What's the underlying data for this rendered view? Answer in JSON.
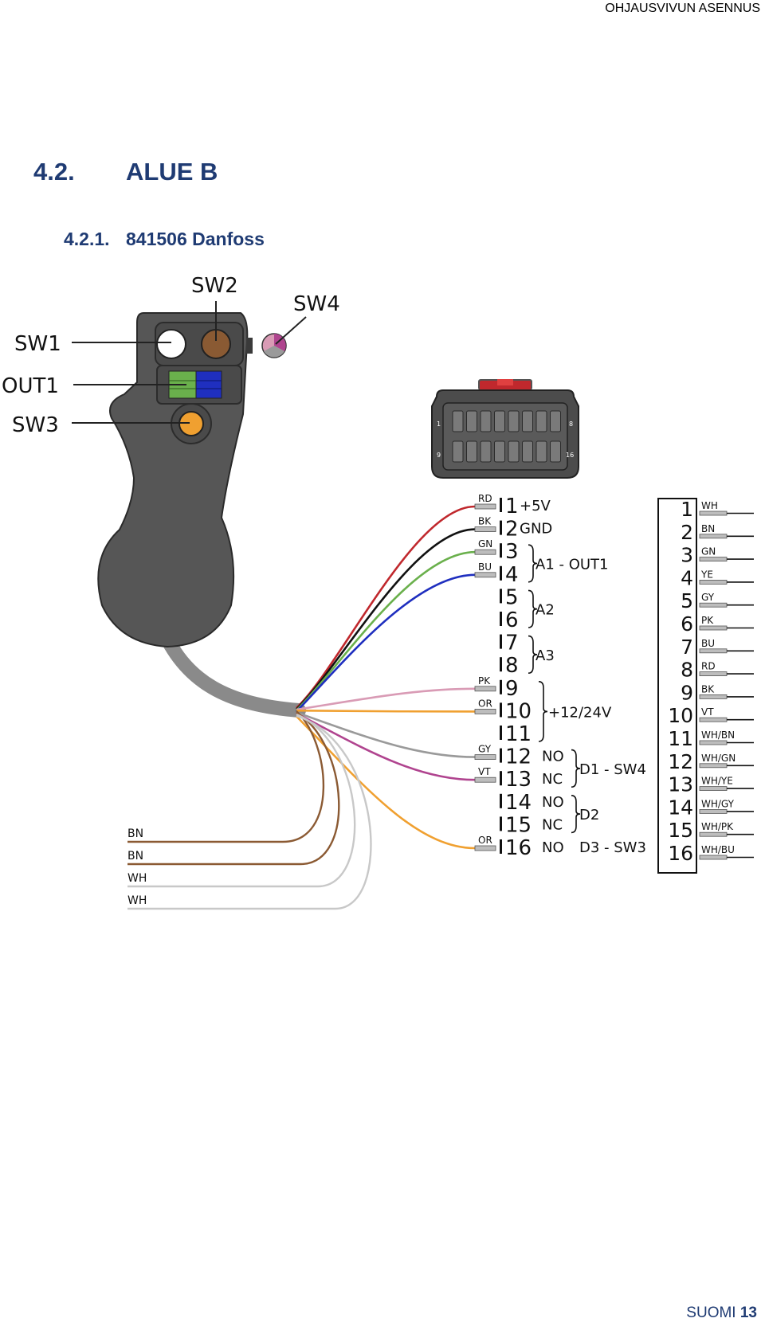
{
  "header": {
    "title": "OHJAUSVIVUN ASENNUS"
  },
  "section": {
    "number": "4.2.",
    "title": "ALUE B"
  },
  "subsection": {
    "number": "4.2.1.",
    "title": "841506 Danfoss"
  },
  "joystick": {
    "labels": {
      "sw1": "SW1",
      "sw2": "SW2",
      "sw3": "SW3",
      "sw4": "SW4",
      "out1": "OUT1"
    }
  },
  "connector": {
    "corner_labels": [
      "1",
      "8",
      "9",
      "16"
    ]
  },
  "pins": [
    {
      "num": "1",
      "wire": "RD",
      "func": "+5V",
      "color": "#c0282d"
    },
    {
      "num": "2",
      "wire": "BK",
      "func": "GND",
      "color": "#111111"
    },
    {
      "num": "3",
      "wire": "GN",
      "func": "",
      "color": "#6ab04c"
    },
    {
      "num": "4",
      "wire": "BU",
      "func": "",
      "color": "#1f2fbf"
    },
    {
      "num": "5",
      "wire": "",
      "func": ""
    },
    {
      "num": "6",
      "wire": "",
      "func": ""
    },
    {
      "num": "7",
      "wire": "",
      "func": ""
    },
    {
      "num": "8",
      "wire": "",
      "func": ""
    },
    {
      "num": "9",
      "wire": "PK",
      "func": "",
      "color": "#d99bb5"
    },
    {
      "num": "10",
      "wire": "OR",
      "func": "",
      "color": "#f0a030"
    },
    {
      "num": "11",
      "wire": "",
      "func": ""
    },
    {
      "num": "12",
      "wire": "GY",
      "func": "NO",
      "color": "#9a9a9a"
    },
    {
      "num": "13",
      "wire": "VT",
      "func": "NC",
      "color": "#b0448f"
    },
    {
      "num": "14",
      "wire": "",
      "func": "NO"
    },
    {
      "num": "15",
      "wire": "",
      "func": "NC"
    },
    {
      "num": "16",
      "wire": "OR",
      "func": "NO",
      "color": "#f0a030"
    }
  ],
  "groups": [
    {
      "label": "A1 - OUT1"
    },
    {
      "label": "A2"
    },
    {
      "label": "A3"
    },
    {
      "label": "+12/24V"
    },
    {
      "label": "D1 - SW4"
    },
    {
      "label": "D2"
    },
    {
      "label": "D3 - SW3"
    }
  ],
  "loose_wires": [
    {
      "label": "BN",
      "color": "#8b5a33"
    },
    {
      "label": "BN",
      "color": "#8b5a33"
    },
    {
      "label": "WH",
      "color": "#c8c8c8"
    },
    {
      "label": "WH",
      "color": "#c8c8c8"
    }
  ],
  "terminal": [
    {
      "num": "1",
      "wire": "WH"
    },
    {
      "num": "2",
      "wire": "BN"
    },
    {
      "num": "3",
      "wire": "GN"
    },
    {
      "num": "4",
      "wire": "YE"
    },
    {
      "num": "5",
      "wire": "GY"
    },
    {
      "num": "6",
      "wire": "PK"
    },
    {
      "num": "7",
      "wire": "BU"
    },
    {
      "num": "8",
      "wire": "RD"
    },
    {
      "num": "9",
      "wire": "BK"
    },
    {
      "num": "10",
      "wire": "VT"
    },
    {
      "num": "11",
      "wire": "WH/BN"
    },
    {
      "num": "12",
      "wire": "WH/GN"
    },
    {
      "num": "13",
      "wire": "WH/YE"
    },
    {
      "num": "14",
      "wire": "WH/GY"
    },
    {
      "num": "15",
      "wire": "WH/PK"
    },
    {
      "num": "16",
      "wire": "WH/BU"
    }
  ],
  "footer": {
    "language": "SUOMI",
    "page": "13"
  }
}
